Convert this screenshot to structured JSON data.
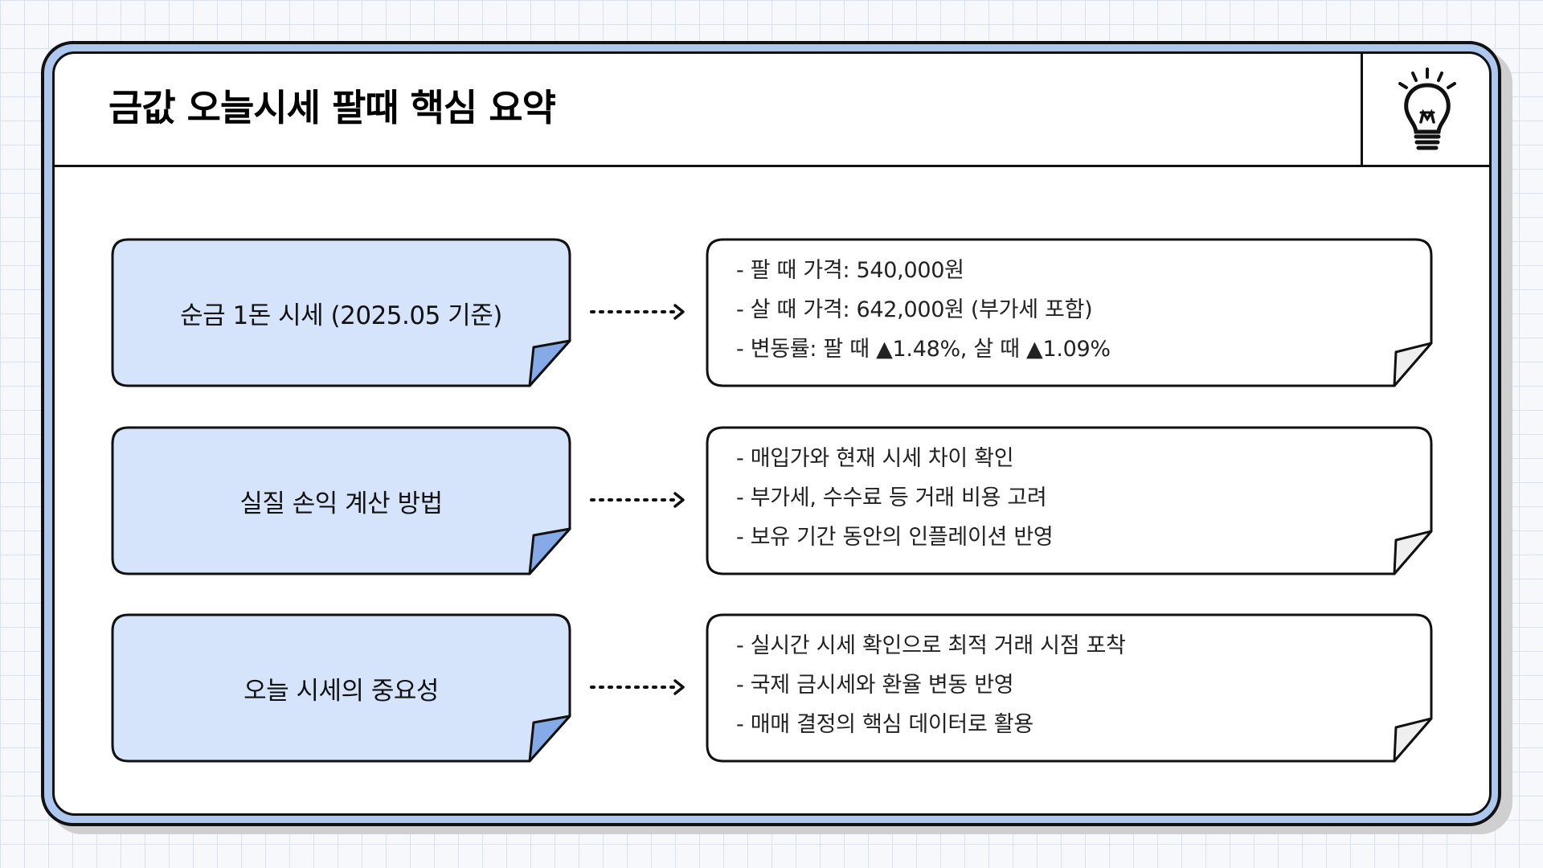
{
  "title": "금값 오늘시세 팔때 핵심 요약",
  "header_icon": "lightbulb-icon",
  "colors": {
    "frame": "#aec7ef",
    "left_card_fill": "#d6e4fb",
    "left_card_fold": "#86aae8",
    "right_card_fold": "#efefef",
    "grid_line": "#d9e2f1"
  },
  "rows": [
    {
      "label": "순금 1돈 시세 (2025.05 기준)",
      "lines": [
        "- 팔 때 가격: 540,000원",
        "- 살 때 가격: 642,000원 (부가세 포함)",
        "- 변동률: 팔 때 ▲1.48%, 살 때 ▲1.09%"
      ]
    },
    {
      "label": "실질 손익 계산 방법",
      "lines": [
        "- 매입가와 현재 시세 차이 확인",
        "- 부가세, 수수료 등 거래 비용 고려",
        "- 보유 기간 동안의 인플레이션 반영"
      ]
    },
    {
      "label": "오늘 시세의 중요성",
      "lines": [
        "- 실시간 시세 확인으로 최적 거래 시점 포착",
        "- 국제 금시세와 환율 변동 반영",
        "- 매매 결정의 핵심 데이터로 활용"
      ]
    }
  ]
}
